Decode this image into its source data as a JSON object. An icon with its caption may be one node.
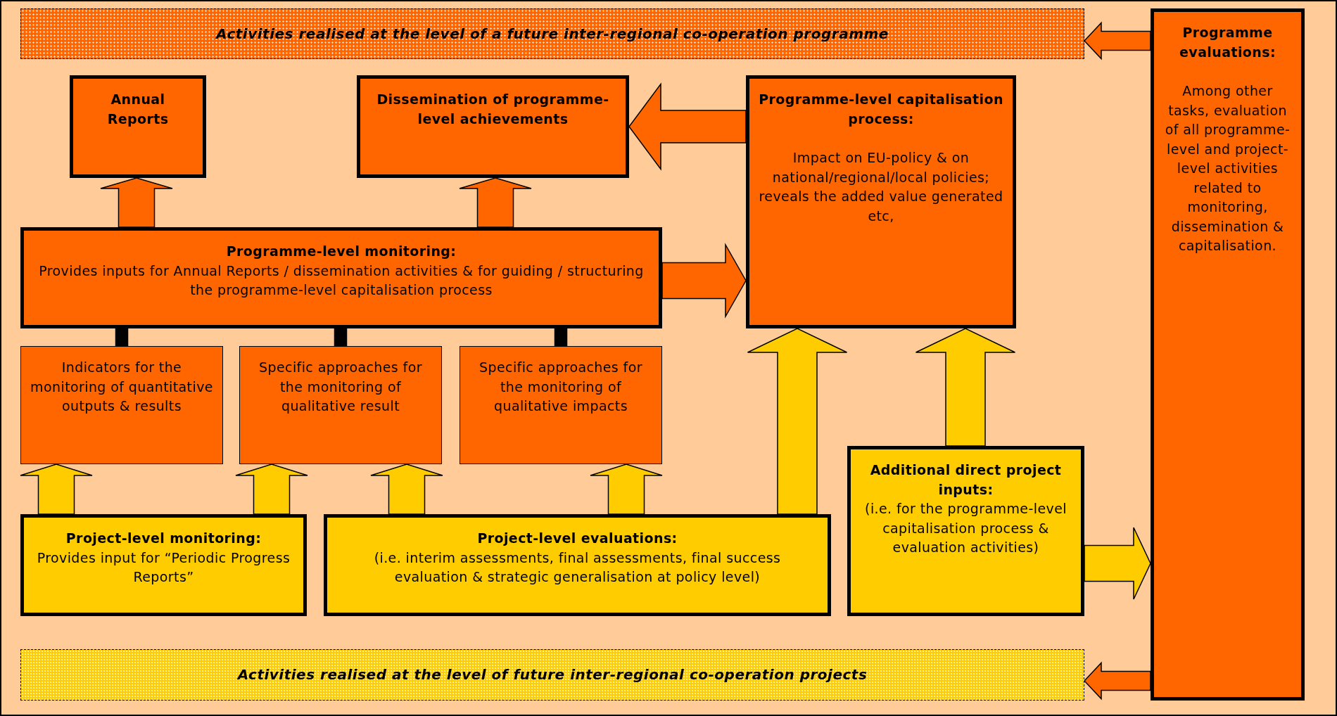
{
  "diagram": {
    "nodes": [
      {
        "text": [
          "Activities realised at the level of a future inter-regional co-operation programme"
        ]
      },
      {
        "text": [
          "Programme evaluations:",
          "Among other tasks, evaluation of all programme-level and project-level activities related to monitoring, dissemination & capitalisation."
        ]
      },
      {
        "text": [
          "Annual Reports"
        ]
      },
      {
        "text": [
          "Dissemination of programme-level achievements"
        ]
      },
      {
        "text": [
          "Programme-level capitalisation process:",
          "Impact on EU-policy & on national/regional/local policies; reveals the added value generated etc,"
        ]
      },
      {
        "text": [
          "Programme-level monitoring:",
          "Provides inputs for Annual Reports / dissemination activities & for guiding / structuring the programme-level capitalisation process"
        ]
      },
      {
        "text": [
          "Indicators for the monitoring of quantitative outputs & results"
        ]
      },
      {
        "text": [
          "Specific approaches for the monitoring of qualitative result"
        ]
      },
      {
        "text": [
          "Specific approaches for the monitoring of qualitative impacts"
        ]
      },
      {
        "text": [
          "Project-level monitoring:",
          "Provides input for “Periodic Progress Reports”"
        ]
      },
      {
        "text": [
          "Project-level evaluations:",
          "(i.e. interim assessments, final assessments, final success evaluation & strategic generalisation at policy level)"
        ]
      },
      {
        "text": [
          "Additional direct project inputs:",
          "(i.e. for the programme-level capitalisation process & evaluation activities)"
        ]
      },
      {
        "text": [
          "Activities realised at the level of future inter-regional co-operation projects"
        ]
      }
    ],
    "edges": [
      {
        "from": 1,
        "to": 0,
        "arrow": "to",
        "color": "#ff6600"
      },
      {
        "from": 1,
        "to": 12,
        "arrow": "to",
        "color": "#ff6600"
      },
      {
        "from": 4,
        "to": 3,
        "arrow": "to",
        "color": "#ff6600"
      },
      {
        "from": 5,
        "to": 2,
        "arrow": "to",
        "color": "#ff6600"
      },
      {
        "from": 5,
        "to": 3,
        "arrow": "to",
        "color": "#ff6600"
      },
      {
        "from": 5,
        "to": 4,
        "arrow": "to",
        "color": "#ff6600"
      },
      {
        "from": 5,
        "to": 6,
        "arrow": "none",
        "color": "#000000"
      },
      {
        "from": 5,
        "to": 7,
        "arrow": "none",
        "color": "#000000"
      },
      {
        "from": 5,
        "to": 8,
        "arrow": "none",
        "color": "#000000"
      },
      {
        "from": 9,
        "to": 6,
        "arrow": "to"
      },
      {
        "from": 9,
        "to": 7,
        "arrow": "to"
      },
      {
        "from": 10,
        "to": 7,
        "arrow": "to"
      },
      {
        "from": 10,
        "to": 8,
        "arrow": "to"
      },
      {
        "from": 10,
        "to": 4,
        "arrow": "to"
      },
      {
        "from": 11,
        "to": 4,
        "arrow": "to"
      },
      {
        "from": 11,
        "to": 1,
        "arrow": "to"
      }
    ]
  }
}
